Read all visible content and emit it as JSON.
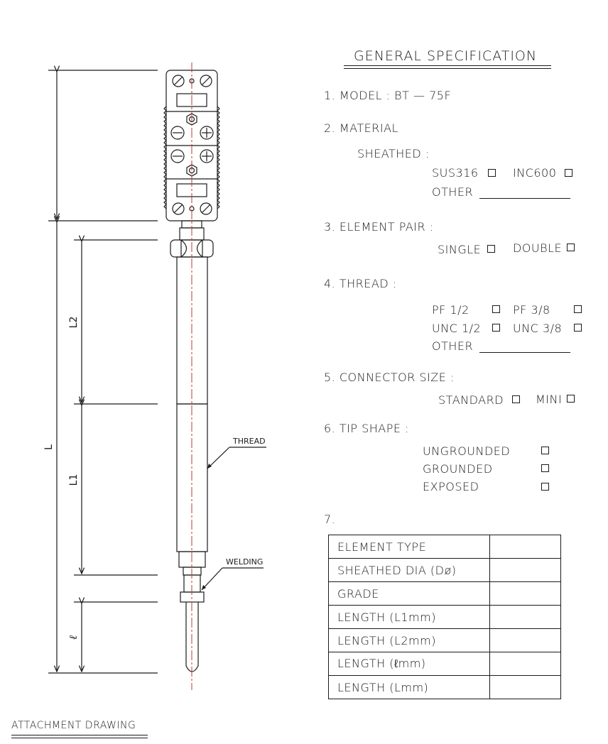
{
  "header": {
    "title": "GENERAL SPECIFICATION"
  },
  "spec": {
    "model": "1. MODEL :  BT — 75F",
    "material": "2. MATERIAL",
    "sheathed": "SHEATHED :",
    "sus316": "SUS316",
    "inc600": "INC600",
    "other": "OTHER",
    "element_pair": "3. ELEMENT PAIR :",
    "single": "SINGLE",
    "double": "DOUBLE",
    "thread": "4. THREAD :",
    "pf12": "PF 1/2",
    "pf38": "PF 3/8",
    "unc12": "UNC 1/2",
    "unc38": "UNC 3/8",
    "other2": "OTHER",
    "connector": "5. CONNECTOR SIZE :",
    "standard": "STANDARD",
    "mini": "MINI",
    "tip": "6. TIP SHAPE :",
    "ungrounded": "UNGROUNDED",
    "grounded": "GROUNDED",
    "exposed": "EXPOSED",
    "item7": "7."
  },
  "table": {
    "rows": [
      {
        "label": "ELEMENT TYPE",
        "value": ""
      },
      {
        "label": "SHEATHED DIA (Dø)",
        "value": ""
      },
      {
        "label": "GRADE",
        "value": ""
      },
      {
        "label": "LENGTH (L1mm)",
        "value": ""
      },
      {
        "label": "LENGTH (L2mm)",
        "value": ""
      },
      {
        "label": "LENGTH (ℓmm)",
        "value": ""
      },
      {
        "label": "LENGTH (Lmm)",
        "value": ""
      }
    ]
  },
  "drawing": {
    "dim_L": "L",
    "dim_L1": "L1",
    "dim_L2": "L2",
    "dim_l": "ℓ",
    "thread_label": "THREAD",
    "welding_label": "WELDING",
    "footer": "ATTACHMENT DRAWING"
  }
}
